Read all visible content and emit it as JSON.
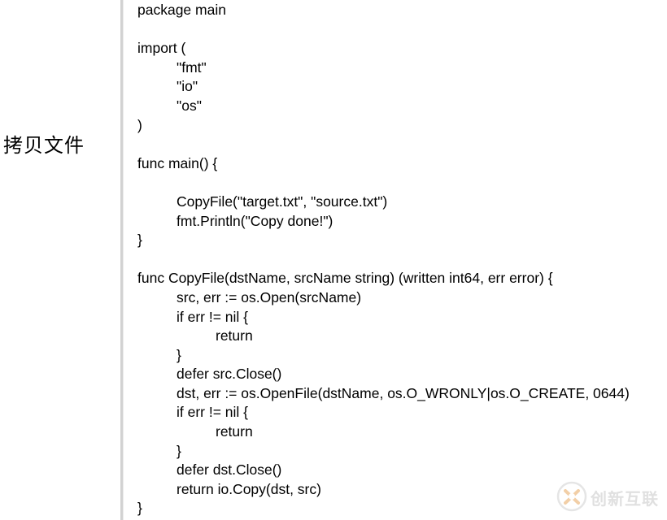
{
  "left_label": "拷贝文件",
  "code_lines": [
    {
      "indent": 0,
      "text": "package main"
    },
    {
      "indent": 0,
      "text": ""
    },
    {
      "indent": 0,
      "text": "import ("
    },
    {
      "indent": 1,
      "text": "\"fmt\""
    },
    {
      "indent": 1,
      "text": "\"io\""
    },
    {
      "indent": 1,
      "text": "\"os\""
    },
    {
      "indent": 0,
      "text": ")"
    },
    {
      "indent": 0,
      "text": ""
    },
    {
      "indent": 0,
      "text": "func main() {"
    },
    {
      "indent": 0,
      "text": ""
    },
    {
      "indent": 1,
      "text": "CopyFile(\"target.txt\", \"source.txt\")"
    },
    {
      "indent": 1,
      "text": "fmt.Println(\"Copy done!\")"
    },
    {
      "indent": 0,
      "text": "}"
    },
    {
      "indent": 0,
      "text": ""
    },
    {
      "indent": 0,
      "text": "func CopyFile(dstName, srcName string) (written int64, err error) {"
    },
    {
      "indent": 1,
      "text": "src, err := os.Open(srcName)"
    },
    {
      "indent": 1,
      "text": "if err != nil {"
    },
    {
      "indent": 2,
      "text": "return"
    },
    {
      "indent": 1,
      "text": "}"
    },
    {
      "indent": 1,
      "text": "defer src.Close()"
    },
    {
      "indent": 1,
      "text": "dst, err := os.OpenFile(dstName, os.O_WRONLY|os.O_CREATE, 0644)"
    },
    {
      "indent": 1,
      "text": "if err != nil {"
    },
    {
      "indent": 2,
      "text": "return"
    },
    {
      "indent": 1,
      "text": "}"
    },
    {
      "indent": 1,
      "text": "defer dst.Close()"
    },
    {
      "indent": 1,
      "text": "return io.Copy(dst, src)"
    },
    {
      "indent": 0,
      "text": "}"
    }
  ],
  "watermark": {
    "text": "创新互联",
    "logo_icon": "flame-x-logo-icon"
  }
}
